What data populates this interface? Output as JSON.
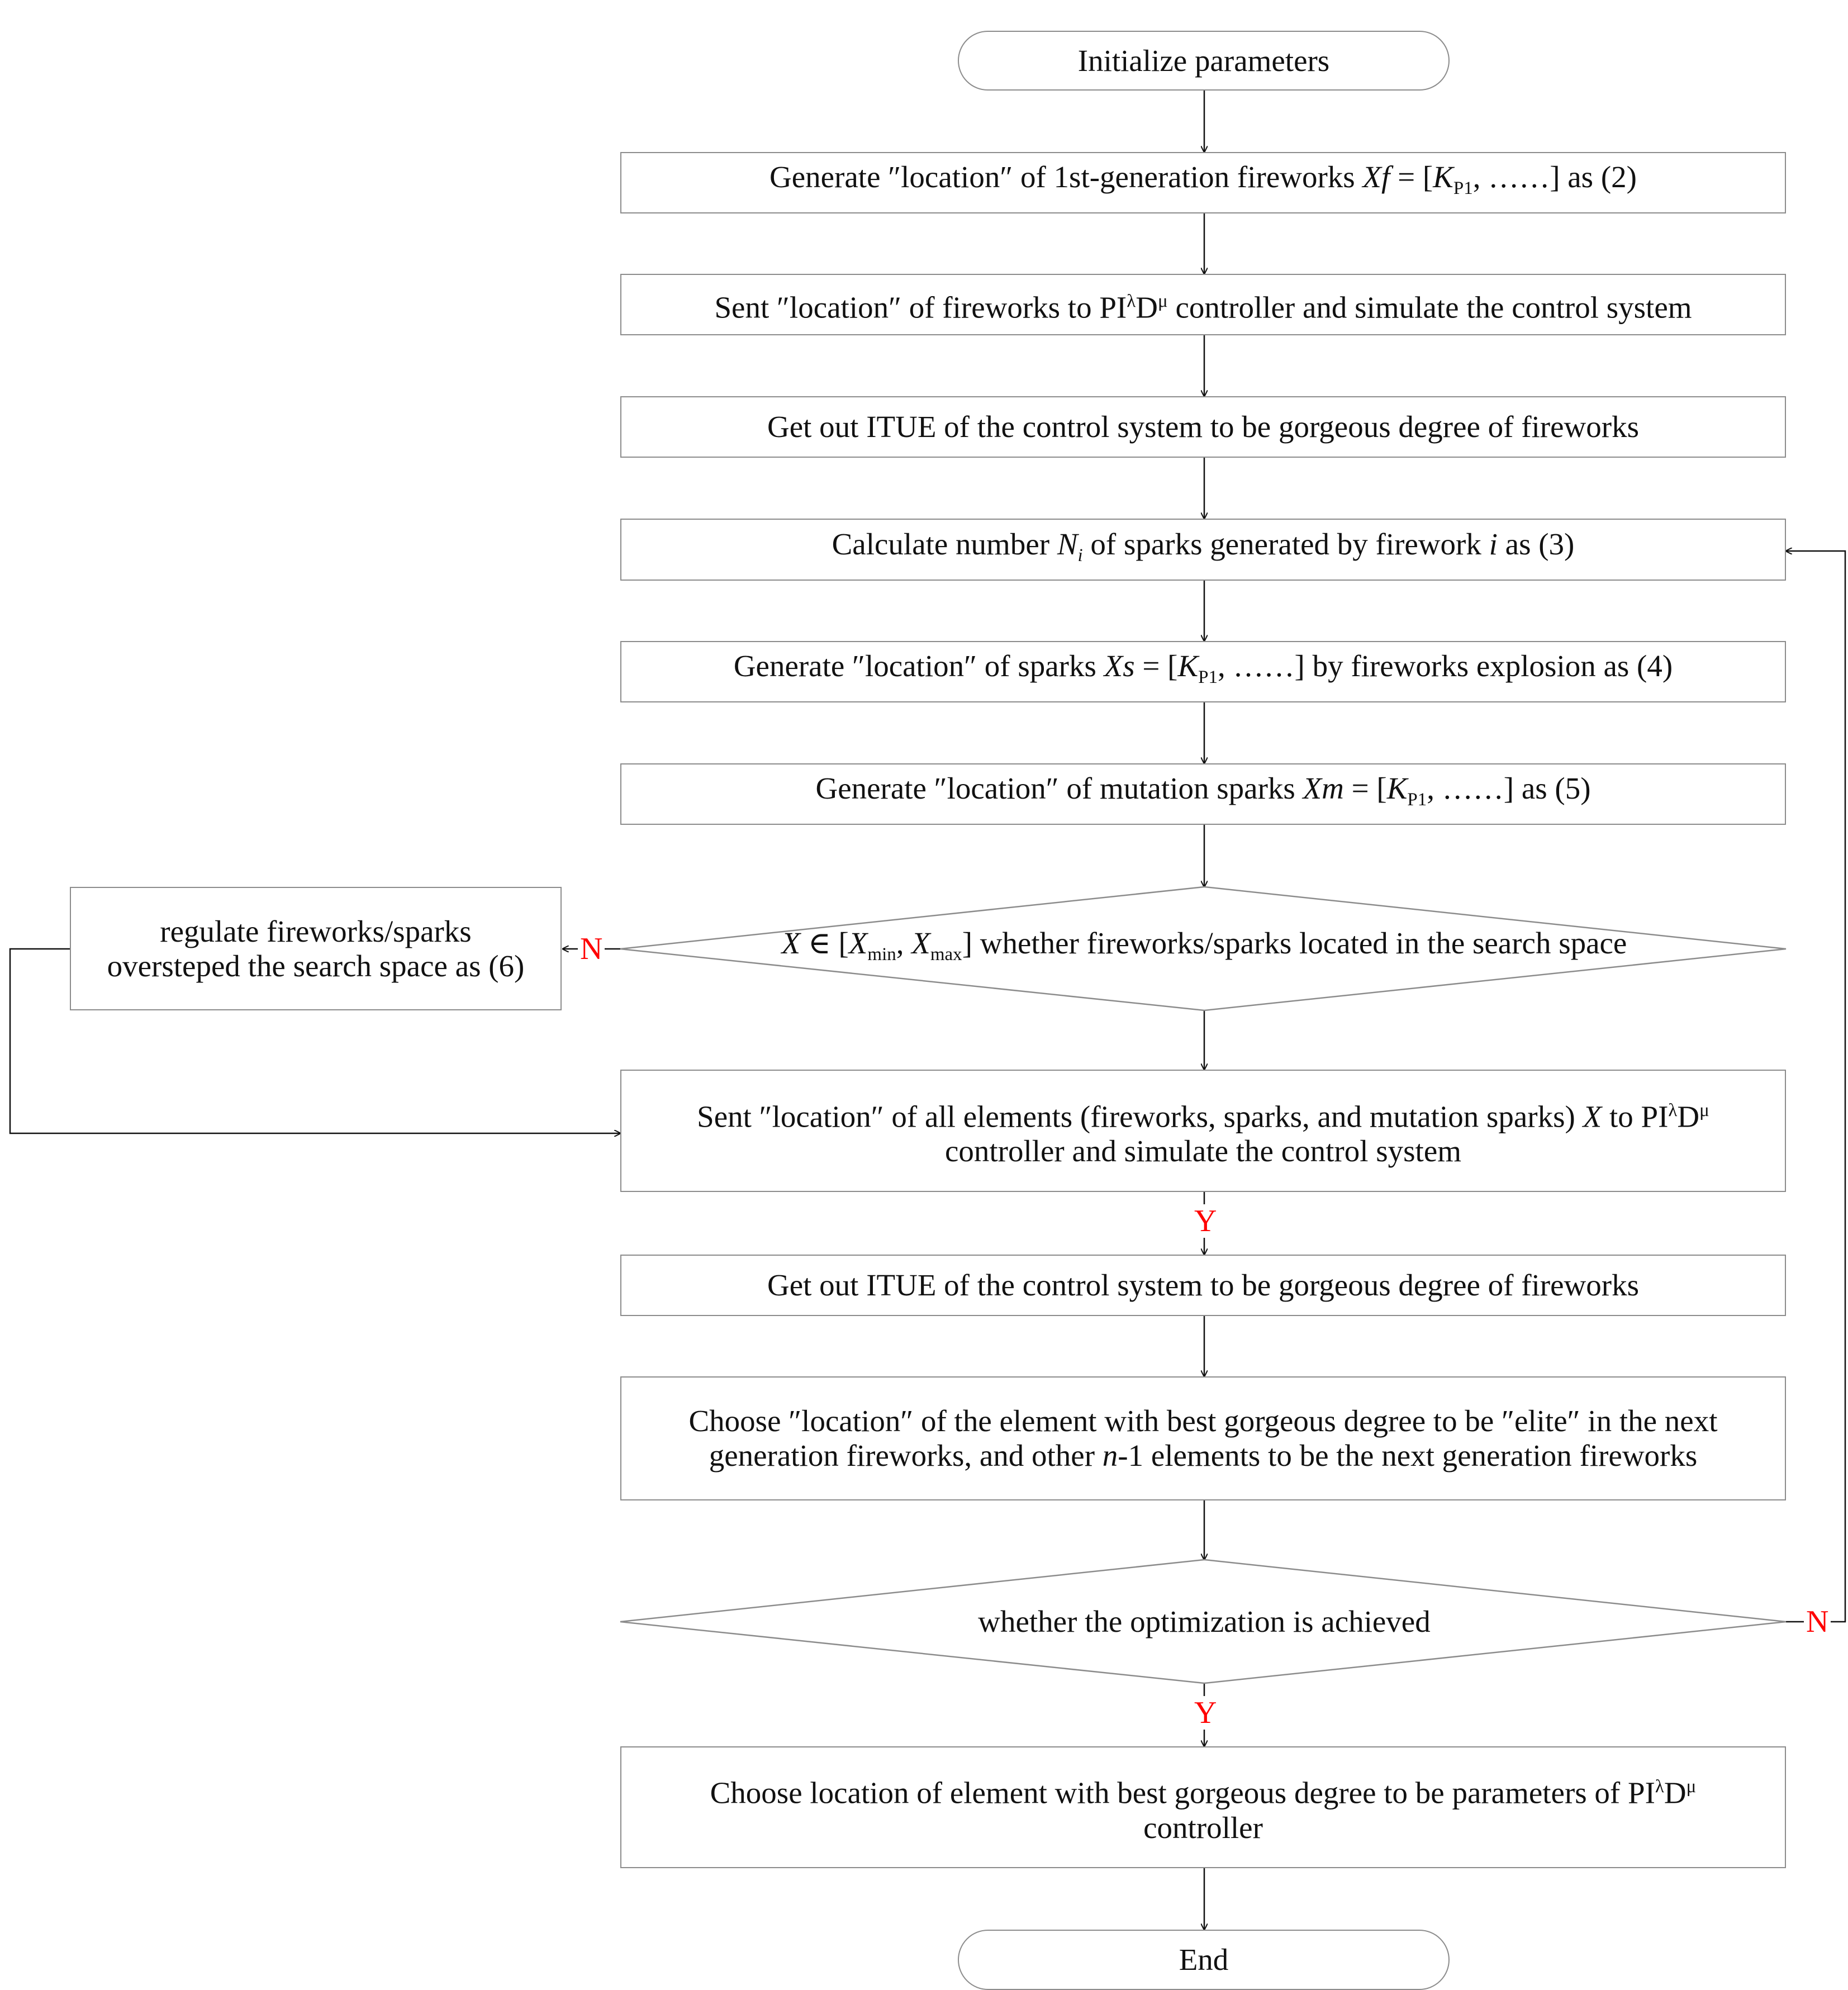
{
  "flowchart": {
    "start": "Initialize parameters",
    "step1": {
      "a": "Generate ″location″ of 1st-generation fireworks ",
      "var": "Xf",
      "b": " = [",
      "k": "K",
      "ksub": "P1",
      "c": ", ……] as (2)"
    },
    "step2": {
      "a": "Sent ″location″ of fireworks to PI",
      "sup1": "λ",
      "d": "D",
      "sup2": "μ",
      "b": " controller and simulate the control system"
    },
    "step3": "Get out ITUE of the control system to be gorgeous degree of fireworks",
    "step4": {
      "a": "Calculate number ",
      "n": "N",
      "nsub": "i",
      "b": " of sparks generated by firework ",
      "i": "i",
      "c": " as (3)"
    },
    "step5": {
      "a": "Generate ″location″ of sparks ",
      "var": "Xs",
      "b": " = [",
      "k": "K",
      "ksub": "P1",
      "c": ", ……] by fireworks explosion as (4)"
    },
    "step6": {
      "a": "Generate ″location″ of mutation sparks ",
      "var": "Xm",
      "b": " = [",
      "k": "K",
      "ksub": "P1",
      "c": ", ……] as (5)"
    },
    "decision1": {
      "x": "X",
      "in": " ∈ [",
      "xmin": "X",
      "minsub": "min",
      "comma": ", ",
      "xmax": "X",
      "maxsub": "max",
      "rest": "] whether fireworks/sparks located in the search space"
    },
    "side_box": {
      "line1": "regulate fireworks/sparks",
      "line2": "oversteped the search space as (6)"
    },
    "step7": {
      "a": "Sent ″location″ of all elements (fireworks, sparks, and mutation sparks) ",
      "x": "X",
      "b": " to PI",
      "sup1": "λ",
      "d": "D",
      "sup2": "μ",
      "line2": "controller and simulate the control system"
    },
    "step8": "Get out ITUE of the control system to be gorgeous degree of fireworks",
    "step9": {
      "line1": "Choose ″location″ of the element with best gorgeous degree to be ″elite″ in the next",
      "line2a": "generation fireworks, and other ",
      "n": "n",
      "line2b": "-1 elements to be the next generation fireworks"
    },
    "decision2": "whether the optimization is achieved",
    "step10": {
      "a": "Choose location of element with best gorgeous degree to be parameters of PI",
      "sup1": "λ",
      "d": "D",
      "sup2": "μ",
      "line2": "controller"
    },
    "end": "End",
    "labels": {
      "yes": "Y",
      "no": "N"
    }
  }
}
